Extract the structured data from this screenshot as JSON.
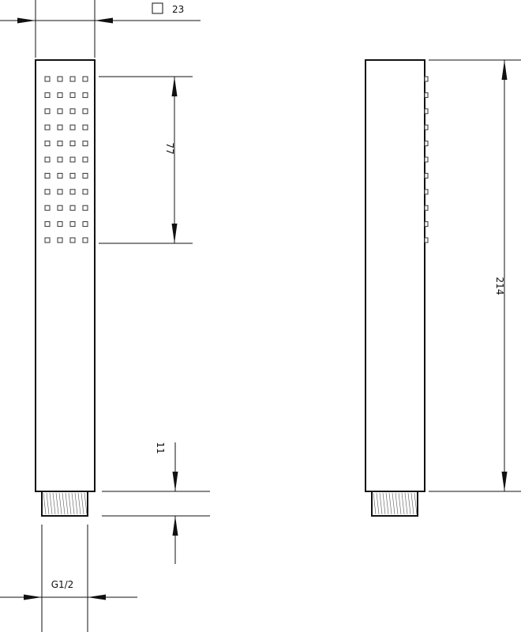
{
  "dimensions": {
    "width_square": "23",
    "spray_height": "77",
    "total_length": "214",
    "connector_length": "11",
    "thread_size": "G1/2"
  },
  "spray_pattern": {
    "rows": 11,
    "columns": 4
  },
  "colors": {
    "line": "#111111",
    "background": "#ffffff"
  }
}
